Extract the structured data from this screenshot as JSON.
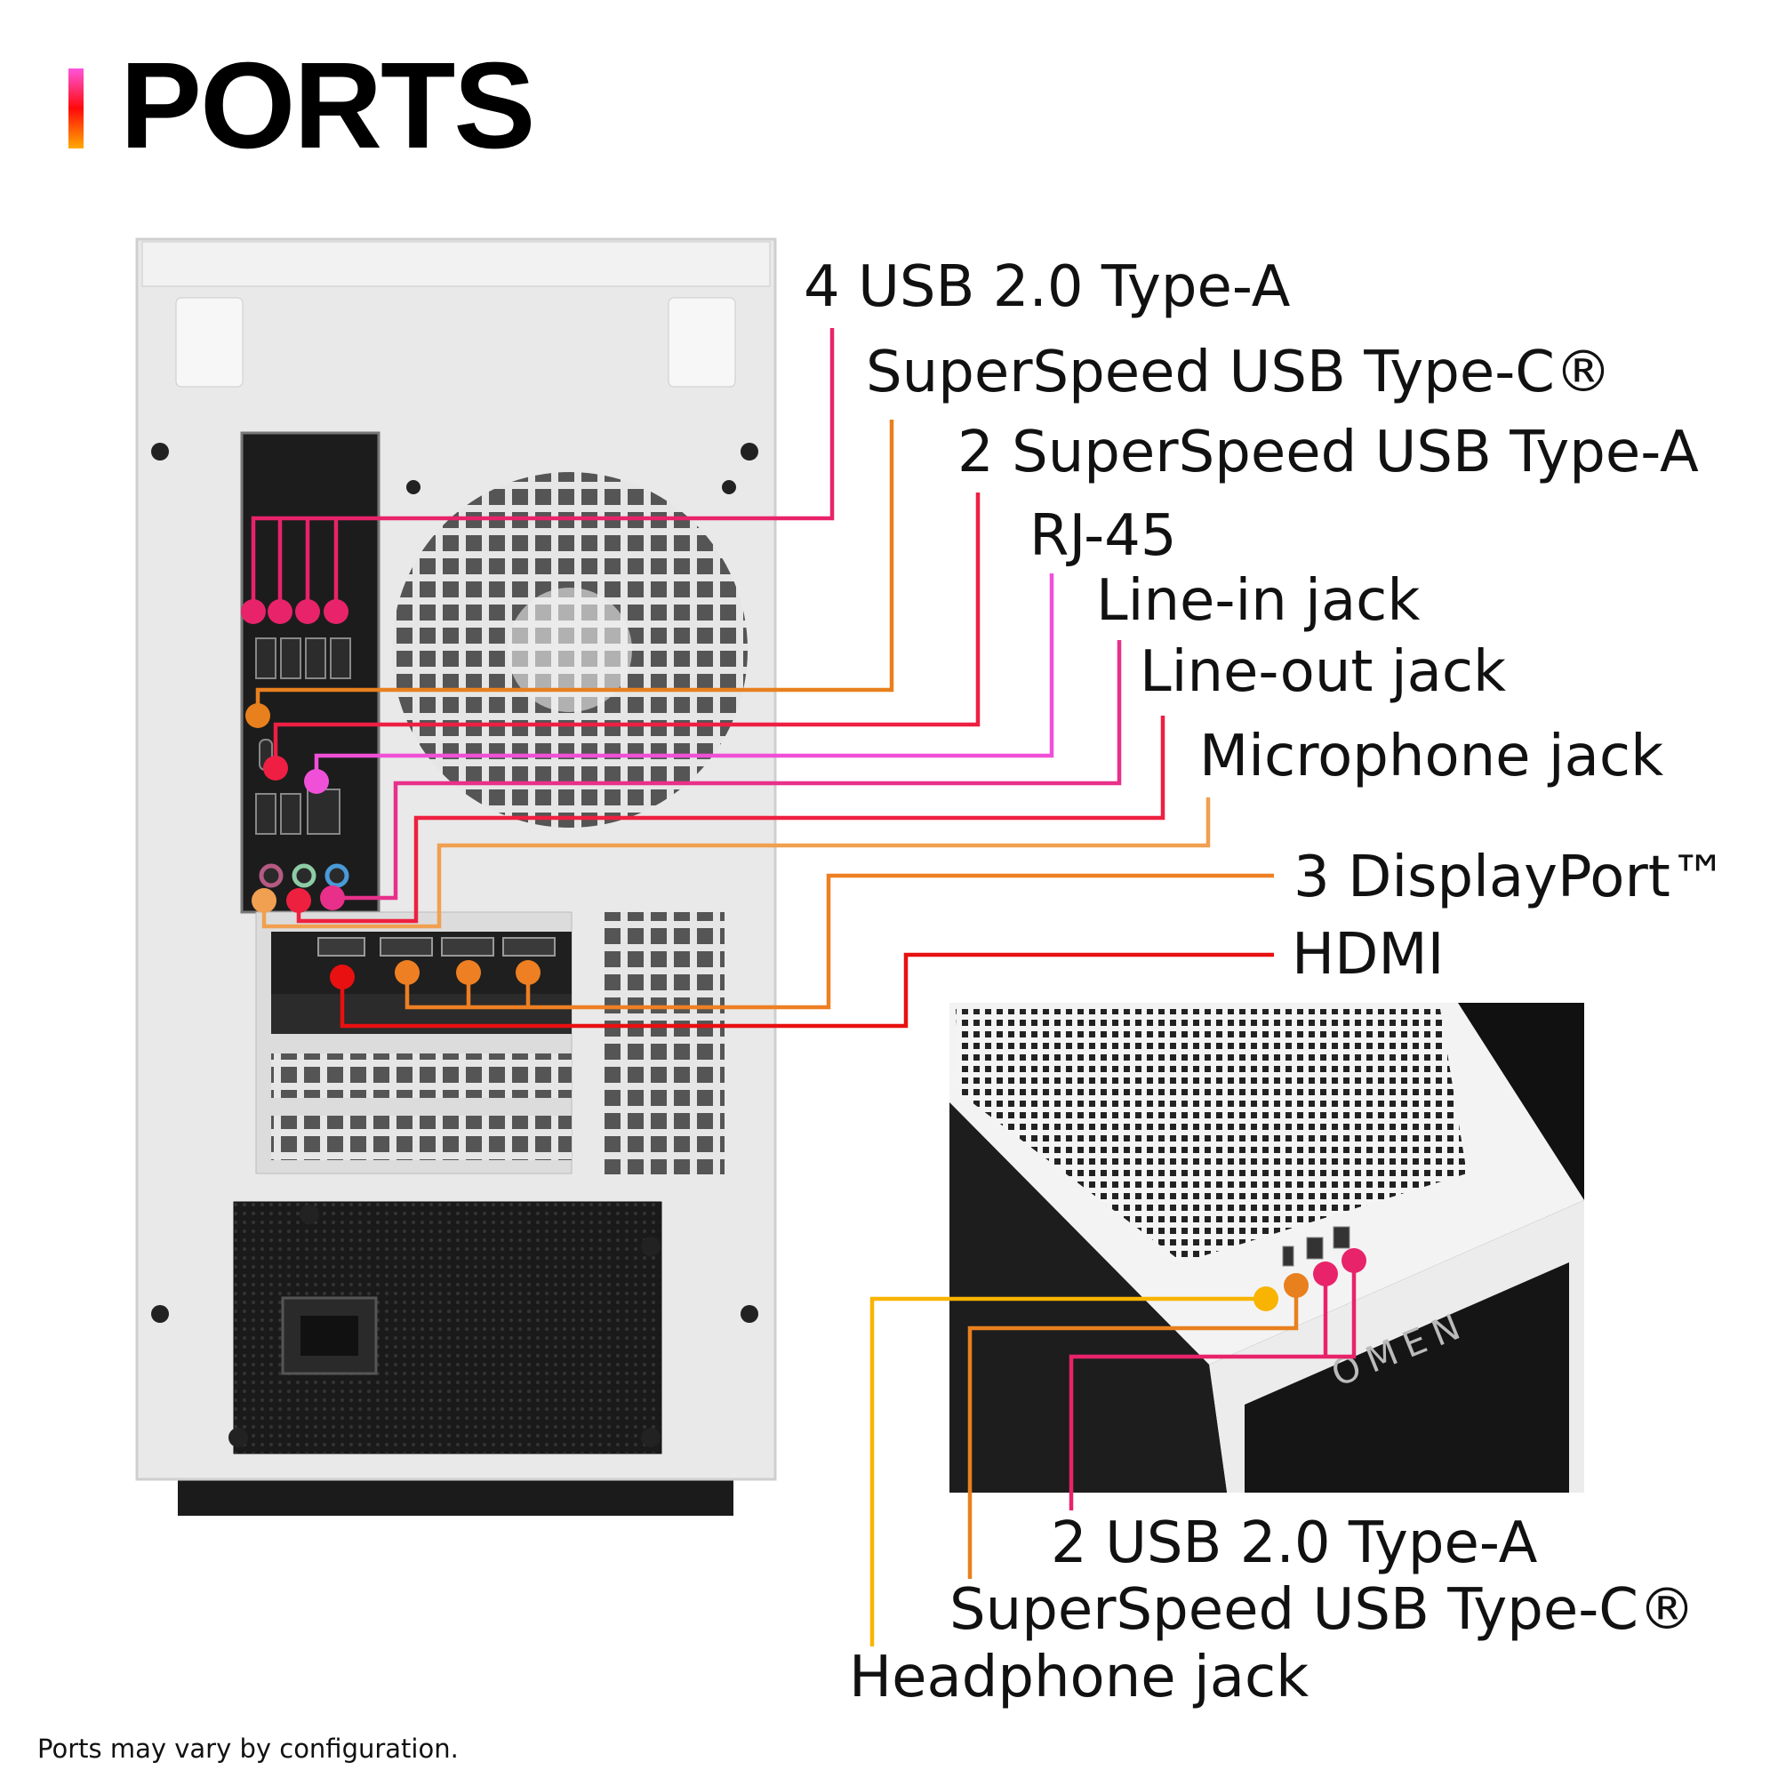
{
  "title": "PORTS",
  "footnote": "Ports may vary by configuration.",
  "rear_labels": {
    "usb2": "4 USB 2.0 Type-A",
    "typec": "SuperSpeed USB Type-C®",
    "ss_usba": "2 SuperSpeed USB Type-A",
    "rj45": "RJ-45",
    "line_in": "Line-in jack",
    "line_out": "Line-out jack",
    "mic": "Microphone jack",
    "displayport": "3 DisplayPort™",
    "hdmi": "HDMI"
  },
  "front_labels": {
    "usb2": "2 USB 2.0 Type-A",
    "typec": "SuperSpeed USB Type-C®",
    "headphone": "Headphone jack"
  },
  "brand_mark": "OMEN",
  "colors": {
    "usb2": "#e8236a",
    "typec": "#e8801e",
    "ss_usba": "#ee1f43",
    "rj45": "#f050d8",
    "line_in": "#e8308a",
    "line_out": "#ee2040",
    "mic": "#f0a050",
    "displayport": "#ee7f22",
    "hdmi": "#e81010",
    "headphone": "#f8b400"
  }
}
